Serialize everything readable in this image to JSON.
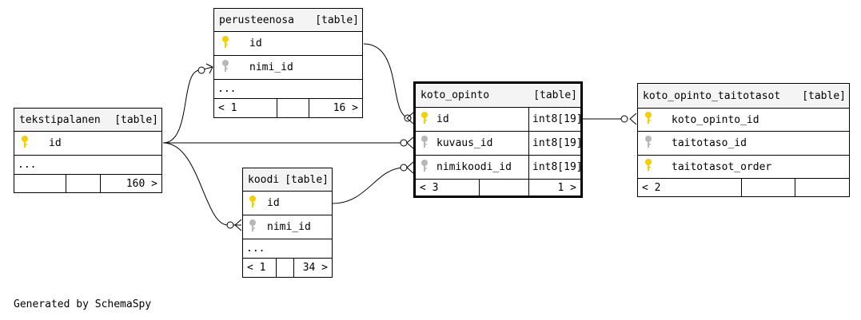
{
  "tables": {
    "perusteenosa": {
      "name": "perusteenosa",
      "kind": "[table]",
      "columns": [
        {
          "name": "id",
          "key": "pk"
        },
        {
          "name": "nimi_id",
          "key": "fk"
        }
      ],
      "ellipsis": "...",
      "footer": [
        "< 1",
        "",
        "16 >"
      ]
    },
    "tekstipalanen": {
      "name": "tekstipalanen",
      "kind": "[table]",
      "columns": [
        {
          "name": "id",
          "key": "pk"
        }
      ],
      "ellipsis": "...",
      "footer": [
        "",
        "",
        "160 >"
      ]
    },
    "koodi": {
      "name": "koodi",
      "kind": "[table]",
      "columns": [
        {
          "name": "id",
          "key": "pk"
        },
        {
          "name": "nimi_id",
          "key": "fk"
        }
      ],
      "ellipsis": "...",
      "footer": [
        "< 1",
        "",
        "34 >"
      ]
    },
    "koto_opinto": {
      "name": "koto_opinto",
      "kind": "[table]",
      "columns": [
        {
          "name": "id",
          "type": "int8[19]",
          "key": "pk"
        },
        {
          "name": "kuvaus_id",
          "type": "int8[19]",
          "key": "fk"
        },
        {
          "name": "nimikoodi_id",
          "type": "int8[19]",
          "key": "fk"
        }
      ],
      "footer": [
        "< 3",
        "",
        "1 >"
      ]
    },
    "koto_opinto_taitotasot": {
      "name": "koto_opinto_taitotasot",
      "kind": "[table]",
      "columns": [
        {
          "name": "koto_opinto_id",
          "key": "pk"
        },
        {
          "name": "taitotaso_id",
          "key": "fk"
        },
        {
          "name": "taitotasot_order",
          "key": "pk"
        }
      ],
      "footer": [
        "< 2",
        "",
        ""
      ]
    }
  },
  "footer_text": "Generated by SchemaSpy",
  "colors": {
    "primary_key": "#f2cf00",
    "foreign_key": "#b8b8b8",
    "header_bg": "#f4f4f4"
  }
}
